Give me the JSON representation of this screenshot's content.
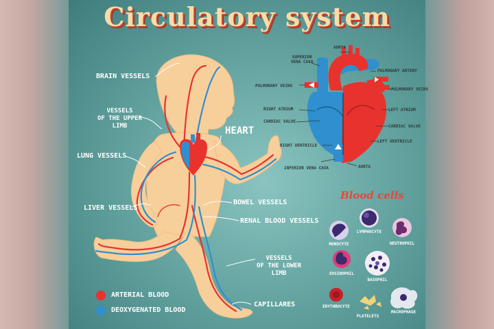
{
  "title": "Circulatory system",
  "body_labels": {
    "brain": "BRAIN VESSELS",
    "upper_limb": [
      "VESSELS",
      "OF THE UPPER",
      "LIMB"
    ],
    "heart": "HEART",
    "lung": "LUNG VESSELS",
    "liver": "LIVER VESSELS",
    "bowel": "BOWEL VESSELS",
    "renal": "RENAL BLOOD VESSELS",
    "lower_limb": [
      "VESSELS",
      "OF THE LOWER",
      "LIMB"
    ],
    "capillaries": "CAPILLARES"
  },
  "heart_labels": {
    "aorta_top": "AORTA",
    "superior_vena_cava": [
      "SUPERIOR",
      "VENA CAVA"
    ],
    "pulmonary_artery": "PULMONARY ARTERY",
    "pulmonary_veins_left": "PULMONARY VEINS",
    "pulmonary_veins_right": "PULMONARY VEINS",
    "right_atrium": "RIGHT ATRIUM",
    "left_atrium": "LEFT ATRIUM",
    "cardiac_valve_left": "CARDIAC VALVE",
    "cardiac_valve_right": "CARDIAC VALVE",
    "right_ventricle": "RIGHT VENTRICLE",
    "left_ventricle": "LEFT VENTRICLE",
    "inferior_vena_cava": "INFERIOR VENA CAVA",
    "aorta_bottom": "AORTA"
  },
  "blood_cells": {
    "title": "Blood cells",
    "cells": [
      "MONOCYTE",
      "LYMPHOCYTE",
      "NEUTROPHIL",
      "EOSINOPHIL",
      "BASOPHIL",
      "ERYTHROCYTE",
      "PLATELETS",
      "MACROPHAGE"
    ]
  },
  "legend": {
    "arterial": "ARTERIAL BLOOD",
    "deoxygenated": "DEOXYGENATED BLOOD"
  },
  "colors": {
    "arterial": "#e8322e",
    "deoxygenated": "#2f8fcf",
    "skin": "#f7cf9b",
    "title_fill": "#f7dca8",
    "title_shadow": "#c4432f",
    "background": "#5e9e9b"
  }
}
